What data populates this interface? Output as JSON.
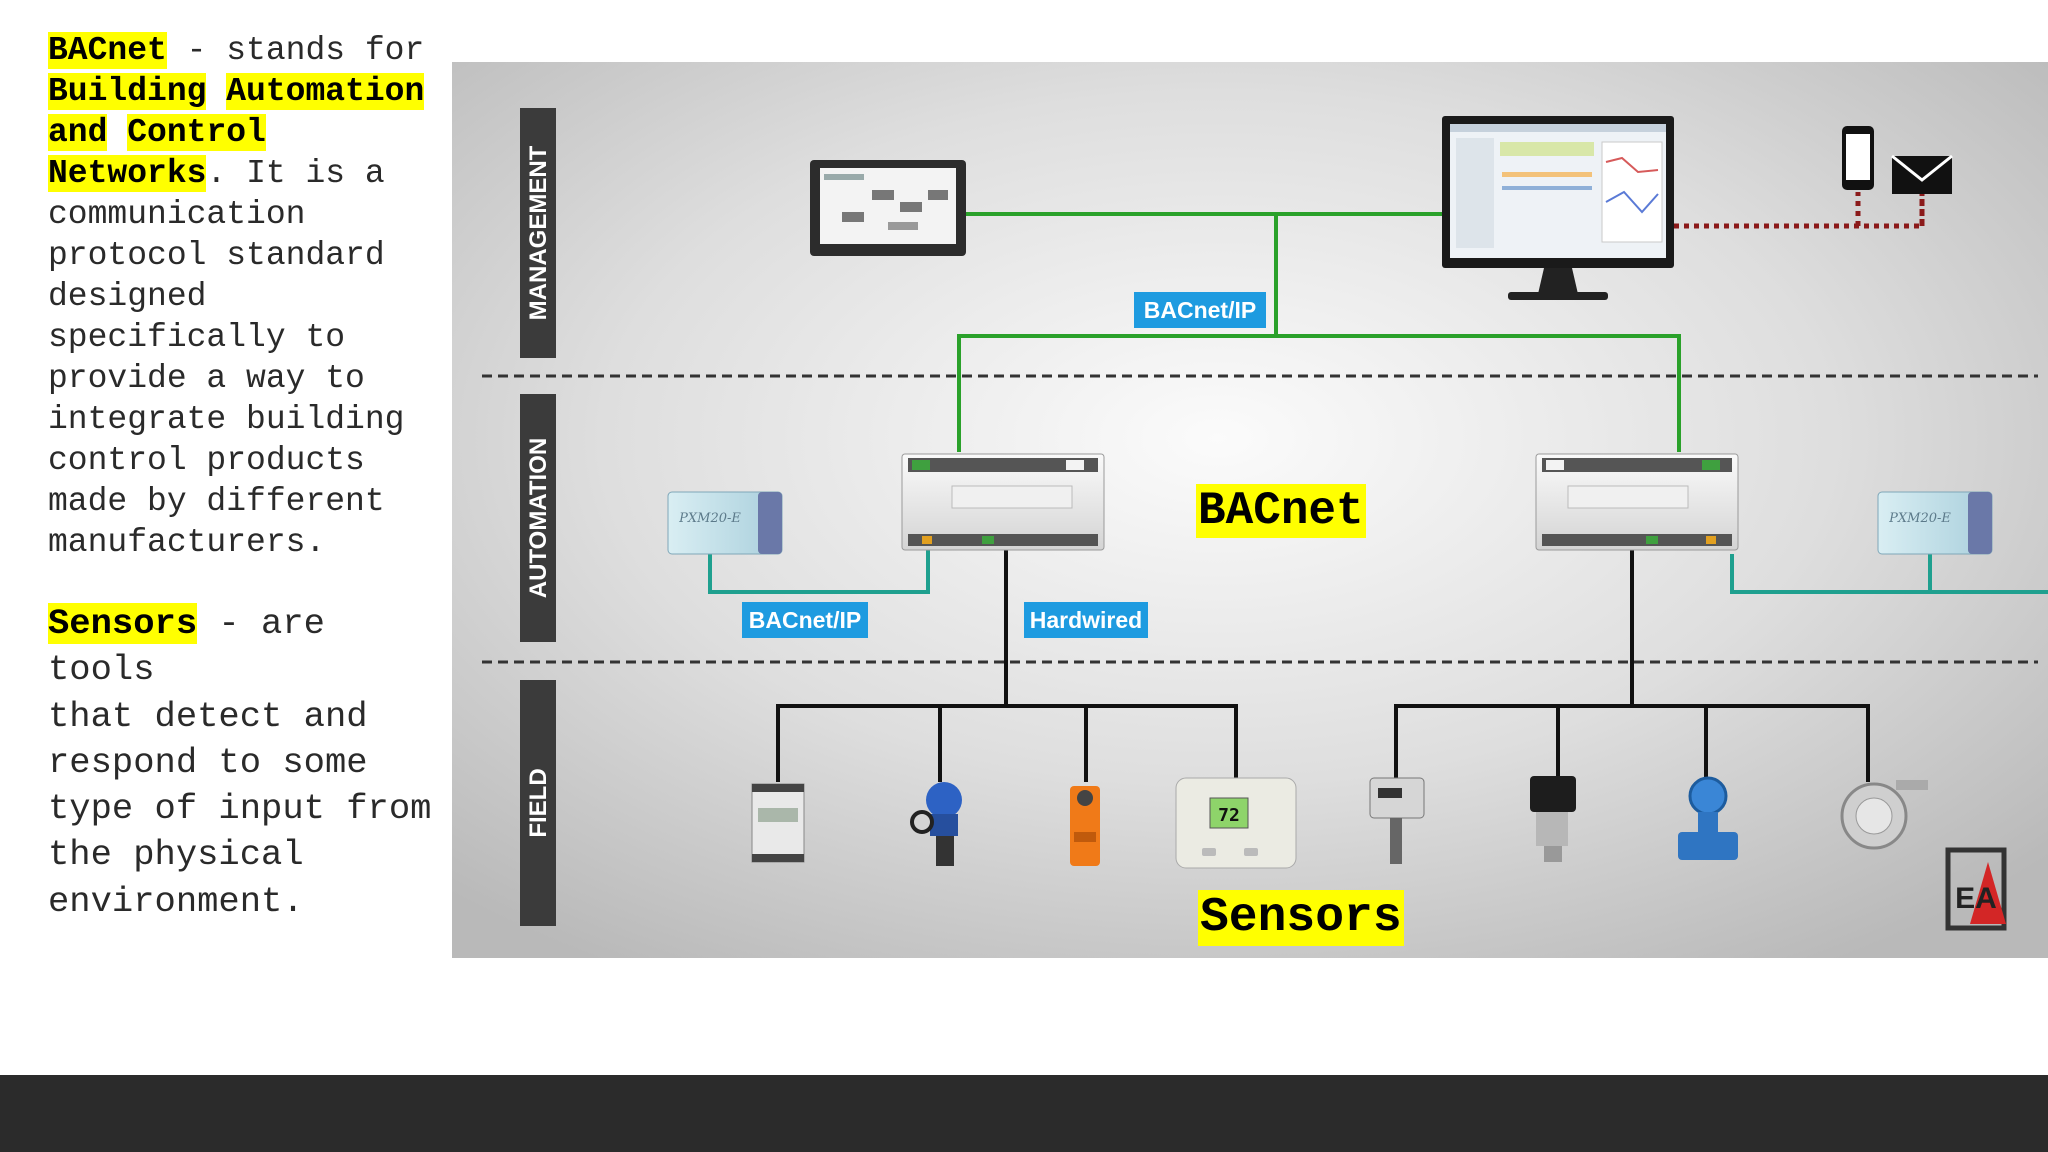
{
  "text": {
    "p1_term": "BACnet",
    "p1_dash": " - stands for ",
    "p1_expansion_1": "Building",
    "p1_expansion_2": "Automation and",
    "p1_expansion_3": "Control Networks",
    "p1_period": ".",
    "p1_body": "It is a communication protocol standard designed specifically to provide a way to integrate building control products made by different manufacturers.",
    "p2_term": "Sensors",
    "p2_body_1": " - are tools",
    "p2_body_2": "that detect and respond to some type of input from the physical environment."
  },
  "diagram": {
    "layers": [
      "MANAGEMENT",
      "AUTOMATION",
      "FIELD"
    ],
    "link_labels": {
      "top_ip": "BACnet/IP",
      "left_ip": "BACnet/IP",
      "hardwired": "Hardwired"
    },
    "overlay_bacnet": "BACnet",
    "overlay_sensors": "Sensors",
    "thermostat_reading": "72",
    "pxm_label": "PXM20-E",
    "logo_letters": "EA",
    "colors": {
      "green_line": "#2aa12a",
      "teal_line": "#1fa08f",
      "link_label_bg": "#1e9be0",
      "highlight": "#ffff00",
      "dotted_red": "#8b1a1a"
    }
  },
  "footer": {}
}
